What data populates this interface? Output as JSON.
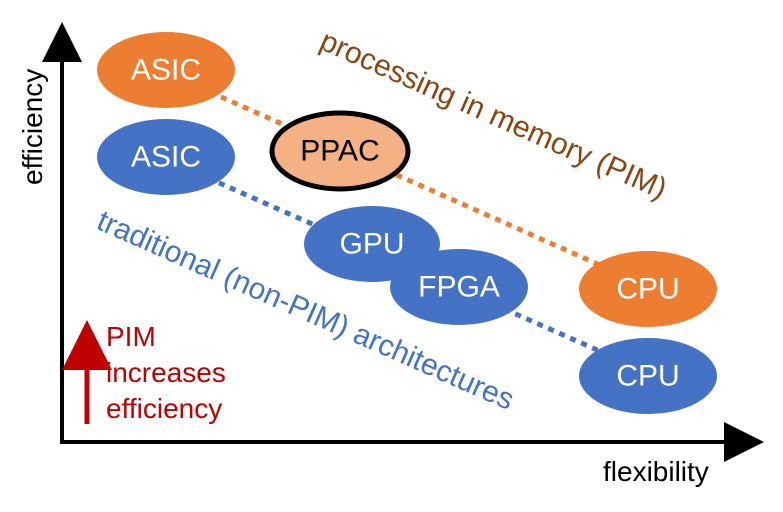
{
  "axes": {
    "x_label": "flexibility",
    "y_label": "efficiency"
  },
  "curves": {
    "pim_label": "processing in memory (PIM)",
    "traditional_label": "traditional (non-PIM) architectures"
  },
  "nodes": {
    "asic_pim": "ASIC",
    "ppac": "PPAC",
    "cpu_pim": "CPU",
    "asic_traditional": "ASIC",
    "gpu": "GPU",
    "fpga": "FPGA",
    "cpu_traditional": "CPU"
  },
  "note": {
    "line1": "PIM",
    "line2": "increases",
    "line3": "efficiency"
  },
  "colors": {
    "orange": "#ed7d31",
    "blue": "#4472c4",
    "ppac_fill": "#f4b183",
    "pim_text": "#8b4513",
    "note_red": "#c00000"
  }
}
